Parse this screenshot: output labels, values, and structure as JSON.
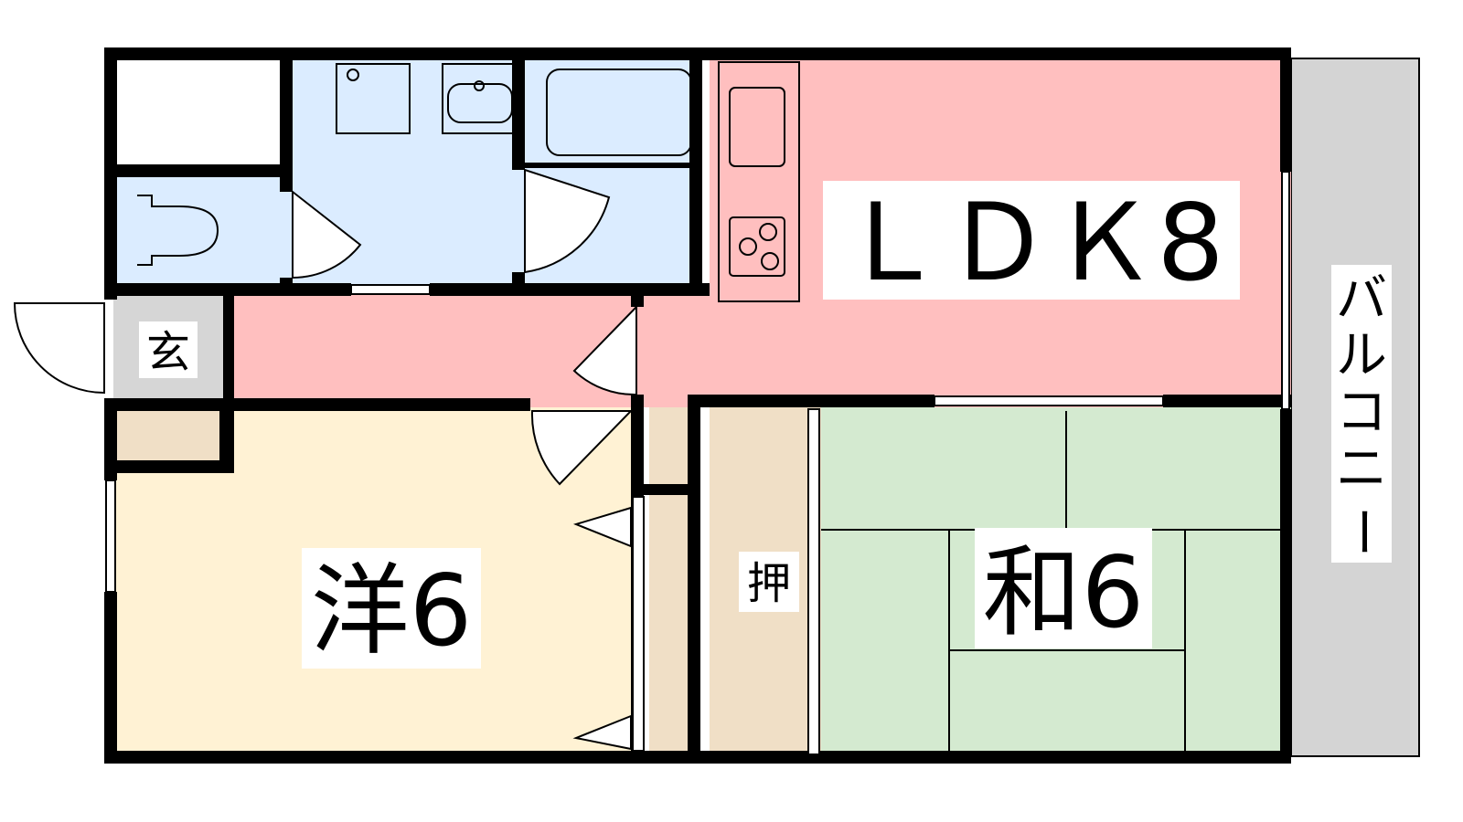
{
  "labels": {
    "ldk": "ＬＤＫ8",
    "western": "洋6",
    "japanese": "和6",
    "entrance": "玄",
    "closet": "押",
    "balcony": [
      "バ",
      "ル",
      "コ",
      "ニ",
      "ー"
    ]
  },
  "colors": {
    "ldk": "#ffbfbf",
    "western": "#fff2d4",
    "japanese": "#d4ead0",
    "wet": "#dbecff",
    "storage": "#f0dfc6",
    "entrance": "#d6d6d6",
    "balcony": "#d4d4d4",
    "wall": "#000000"
  }
}
